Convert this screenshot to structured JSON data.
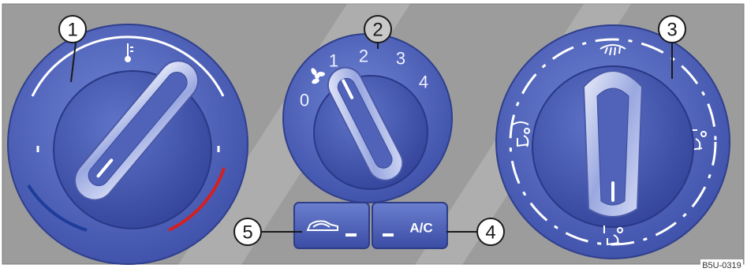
{
  "callouts": {
    "c1": "1",
    "c2": "2",
    "c3": "3",
    "c4": "4",
    "c5": "5"
  },
  "fan_scale": [
    "0",
    "1",
    "2",
    "3",
    "4"
  ],
  "buttons": {
    "recirculation_label": "",
    "ac_label": "A/C"
  },
  "reference_code": "B5U-0319",
  "colors": {
    "panel": "#9c9c9c",
    "knob_blue": "#4a5fb8",
    "cold_arc": "#1e3d9a",
    "hot_arc": "#d42020"
  },
  "icons": {
    "temperature": "thermometer-icon",
    "fan": "fan-icon",
    "defrost": "windshield-defrost-icon",
    "airflow_feet_windshield": "feet-windshield-airflow-icon",
    "airflow_feet": "footwell-airflow-icon",
    "airflow_face": "face-airflow-icon",
    "recirculation": "air-recirculation-icon"
  }
}
